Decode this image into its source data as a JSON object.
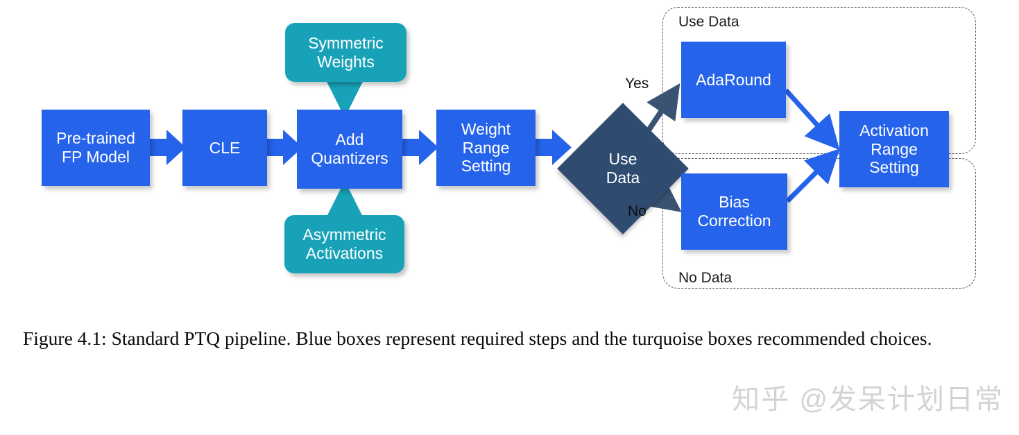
{
  "figure": {
    "caption": "Figure 4.1: Standard PTQ pipeline. Blue boxes represent required steps and the turquoise boxes recommended choices.",
    "watermark": "知乎 @发呆计划日常",
    "colors": {
      "required_step_blue": "#2563eb",
      "recommended_choice_turquoise": "#18a2b8",
      "decision_navy": "#2f4b70",
      "arrow_blue": "#2563eb",
      "arrow_navy": "#3a5372",
      "group_dash": "#555a63",
      "watermark_gray": "#d3d3d6"
    }
  },
  "nodes": {
    "pretrained_fp_model": "Pre-trained\nFP Model",
    "cle": "CLE",
    "add_quantizers": "Add\nQuantizers",
    "weight_range_setting": "Weight\nRange\nSetting",
    "symmetric_weights": "Symmetric\nWeights",
    "asymmetric_activations": "Asymmetric\nActivations",
    "use_data_decision": "Use\nData",
    "adaround": "AdaRound",
    "bias_correction": "Bias\nCorrection",
    "activation_range_setting": "Activation\nRange\nSetting"
  },
  "groups": {
    "use_data": "Use Data",
    "no_data": "No Data"
  },
  "edge_labels": {
    "yes": "Yes",
    "no": "No"
  }
}
